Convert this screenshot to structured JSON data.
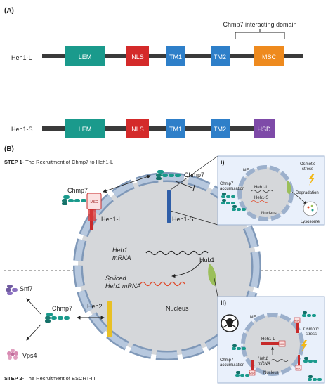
{
  "panel_a": {
    "label": "(A)",
    "domain_title": "Chmp7 interacting domain",
    "long_isoform": {
      "name": "Heh1-L",
      "domains": [
        {
          "label": "LEM",
          "color": "#1a9a8c"
        },
        {
          "label": "NLS",
          "color": "#d42a2a"
        },
        {
          "label": "TM1",
          "color": "#2e7fc9"
        },
        {
          "label": "TM2",
          "color": "#2e7fc9"
        },
        {
          "label": "MSC",
          "color": "#ee8a1e"
        }
      ]
    },
    "short_isoform": {
      "name": "Heh1-S",
      "domains": [
        {
          "label": "LEM",
          "color": "#1a9a8c"
        },
        {
          "label": "NLS",
          "color": "#d42a2a"
        },
        {
          "label": "TM1",
          "color": "#2e7fc9"
        },
        {
          "label": "TM2",
          "color": "#2e7fc9"
        },
        {
          "label": "HSD",
          "color": "#7e4aa8"
        }
      ]
    }
  },
  "panel_b": {
    "label": "(B)",
    "step1_bold": "STEP 1",
    "step1_rest": "- The Recruitment of Chmp7 to Heh1-L",
    "step2_bold": "STEP 2",
    "step2_rest": "- The Recruitment of ESCRT-III",
    "chmp7_top": "Chmp7",
    "chmp7_left": "Chmp7",
    "chmp7_bottom": "Chmp7",
    "msc_tag": "MSC",
    "heh1l": "Heh1-L",
    "heh1s": "Heh1-S",
    "heh1_mrna_1": "Heh1",
    "heh1_mrna_2": "mRNA",
    "spliced_1": "Spliced",
    "spliced_2": "Heh1 mRNA",
    "hub1": "Hub1",
    "heh2": "Heh2",
    "nucleus": "Nucleus",
    "snf7": "Snf7",
    "vps4": "Vps4",
    "inset_i": {
      "label": "i)",
      "ne": "NE",
      "osmotic_1": "Osmotic",
      "osmotic_2": "stress",
      "chmp7_acc_1": "Chmp7",
      "chmp7_acc_2": "accumulation",
      "heh1l": "Heh1-L",
      "heh1s": "Heh1-S",
      "degradation": "Degradation",
      "nucleus": "Nucleus",
      "lysosome": "Lysosome"
    },
    "inset_ii": {
      "label": "ii)",
      "ne": "NE",
      "osmotic_1": "Osmotic",
      "osmotic_2": "stress",
      "heh1l": "Heh1-L",
      "mrna_1": "Heh1",
      "mrna_2": "mRNA",
      "chmp7_acc_1": "Chmp7",
      "chmp7_acc_2": "accumulation",
      "nucleus": "Nucleus",
      "msc": "MSC"
    }
  }
}
